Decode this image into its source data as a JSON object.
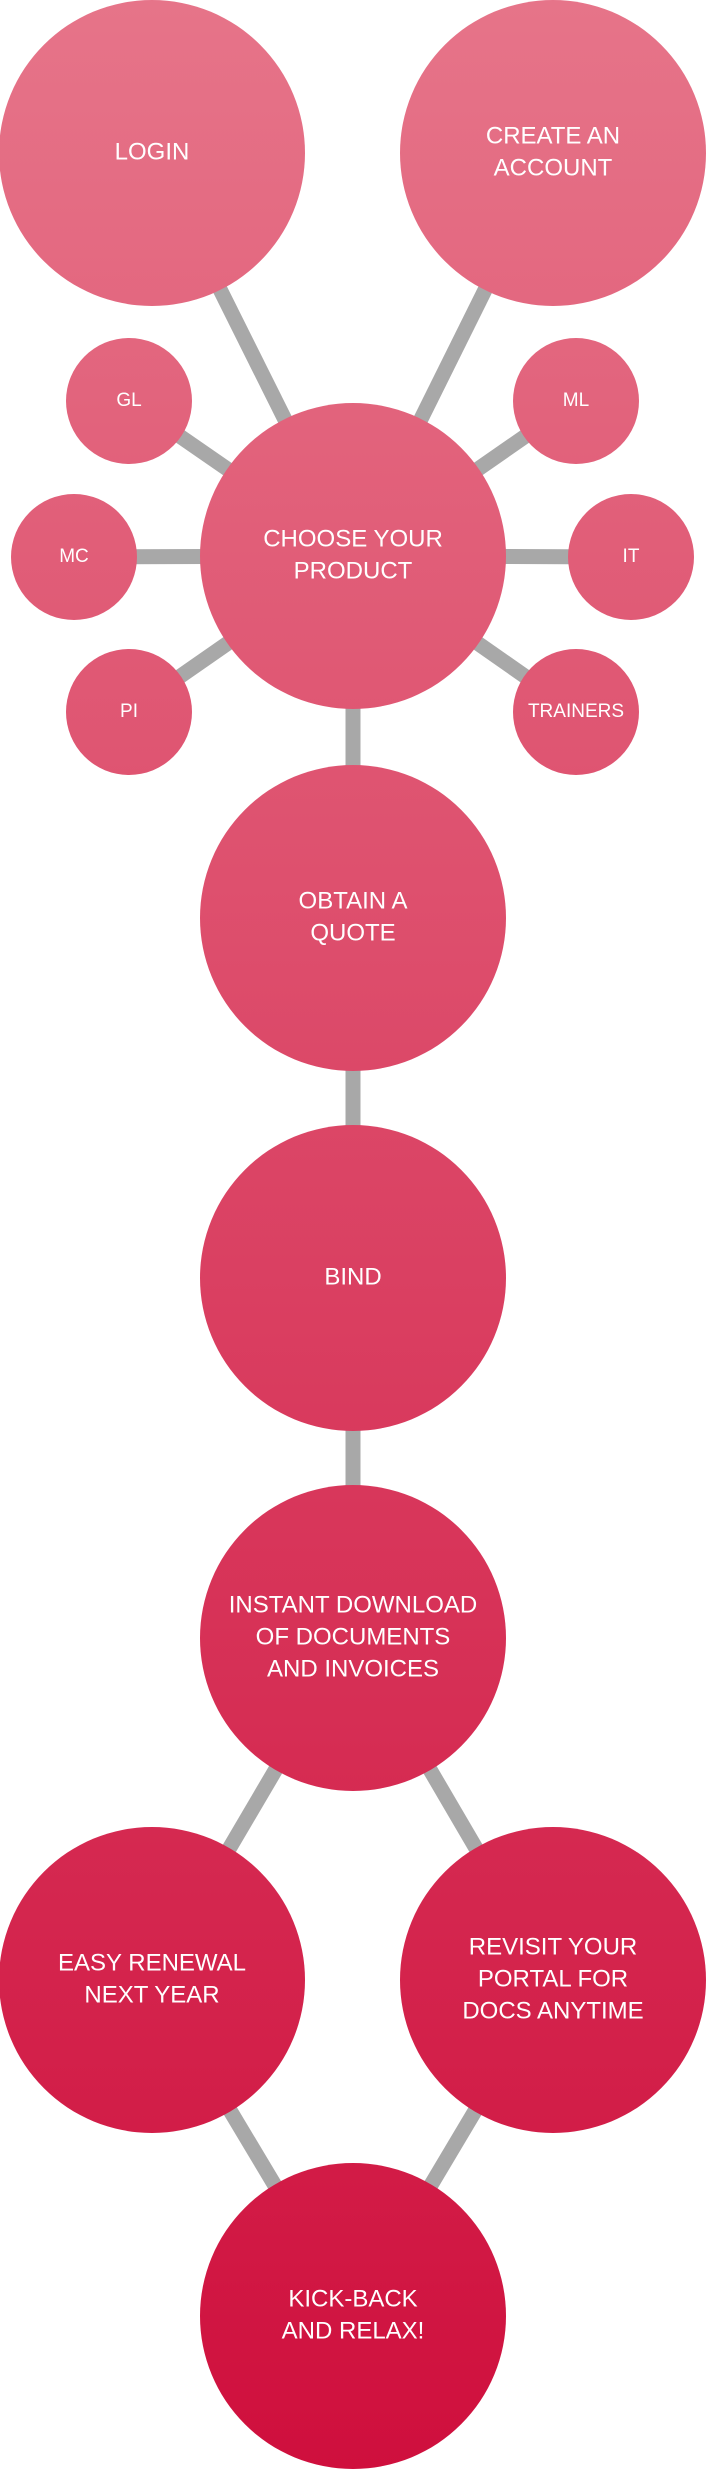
{
  "colors": {
    "gradient_top": "#e67489",
    "gradient_bottom": "#cf0f3d",
    "connector": "#a8a8a8",
    "label": "#ffffff"
  },
  "nodes": {
    "login": {
      "lines": [
        "LOGIN"
      ]
    },
    "create_account": {
      "lines": [
        "CREATE AN",
        "ACCOUNT"
      ]
    },
    "choose_product": {
      "lines": [
        "CHOOSE YOUR",
        "PRODUCT"
      ]
    },
    "gl": {
      "lines": [
        "GL"
      ]
    },
    "ml": {
      "lines": [
        "ML"
      ]
    },
    "mc": {
      "lines": [
        "MC"
      ]
    },
    "it": {
      "lines": [
        "IT"
      ]
    },
    "pi": {
      "lines": [
        "PI"
      ]
    },
    "trainers": {
      "lines": [
        "TRAINERS"
      ]
    },
    "obtain_quote": {
      "lines": [
        "OBTAIN A",
        "QUOTE"
      ]
    },
    "bind": {
      "lines": [
        "BIND"
      ]
    },
    "instant_download": {
      "lines": [
        "INSTANT DOWNLOAD",
        "OF DOCUMENTS",
        "AND INVOICES"
      ]
    },
    "easy_renewal": {
      "lines": [
        "EASY RENEWAL",
        "NEXT YEAR"
      ]
    },
    "revisit_portal": {
      "lines": [
        "REVISIT YOUR",
        "PORTAL FOR",
        "DOCS ANYTIME"
      ]
    },
    "kick_back": {
      "lines": [
        "KICK-BACK",
        "AND RELAX!"
      ]
    }
  }
}
